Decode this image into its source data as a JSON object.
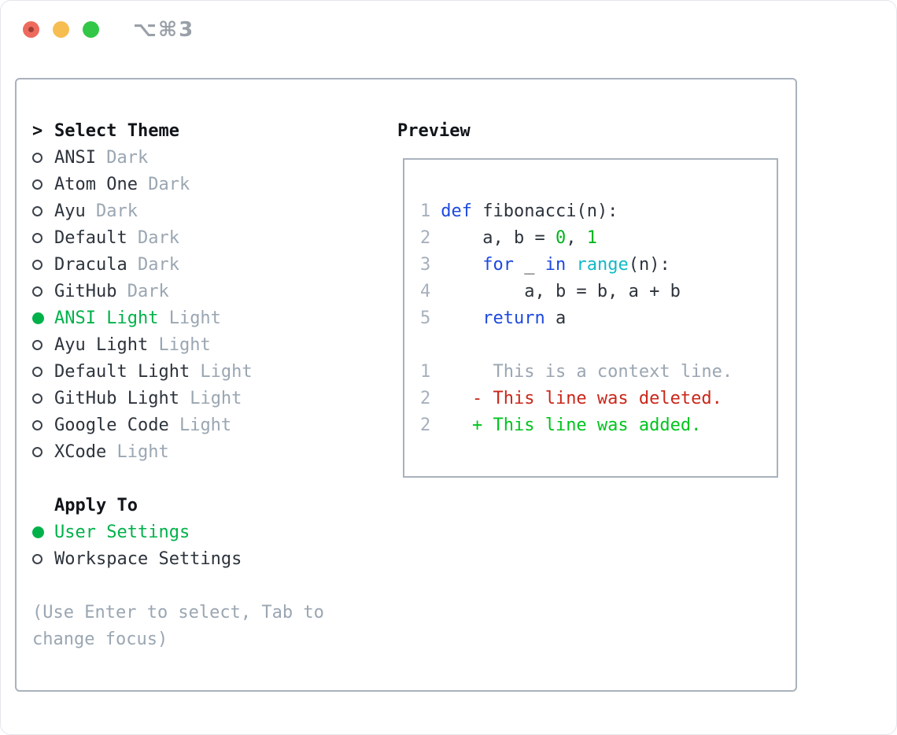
{
  "window": {
    "title": "⌥⌘3"
  },
  "colors": {
    "accent_green": "#00b14a",
    "code_green": "#00b41e",
    "added_green": "#00c41e",
    "keyword_blue": "#1d49e0",
    "builtin_cyan": "#12b9c6",
    "deleted_red": "#c9271a",
    "text_primary": "#2d333c",
    "text_heading": "#111519",
    "text_muted": "#9aa6b2",
    "line_number": "#a6b0bc",
    "border": "#a9b2bd",
    "titlebar_red": "#ee6a5e",
    "titlebar_red_dot": "#a03d33",
    "titlebar_yellow": "#f6be50",
    "titlebar_green": "#33c748",
    "title_text": "#9aa0a8"
  },
  "panel": {
    "themes": {
      "prompt": ">",
      "title": "Select Theme",
      "items": [
        {
          "name": "ANSI",
          "variant": "Dark",
          "selected": false
        },
        {
          "name": "Atom One",
          "variant": "Dark",
          "selected": false
        },
        {
          "name": "Ayu",
          "variant": "Dark",
          "selected": false
        },
        {
          "name": "Default",
          "variant": "Dark",
          "selected": false
        },
        {
          "name": "Dracula",
          "variant": "Dark",
          "selected": false
        },
        {
          "name": "GitHub",
          "variant": "Dark",
          "selected": false
        },
        {
          "name": "ANSI Light",
          "variant": "Light",
          "selected": true
        },
        {
          "name": "Ayu Light",
          "variant": "Light",
          "selected": false
        },
        {
          "name": "Default Light",
          "variant": "Light",
          "selected": false
        },
        {
          "name": "GitHub Light",
          "variant": "Light",
          "selected": false
        },
        {
          "name": "Google Code",
          "variant": "Light",
          "selected": false
        },
        {
          "name": "XCode",
          "variant": "Light",
          "selected": false
        }
      ]
    },
    "apply_to": {
      "header": "Apply To",
      "options": [
        {
          "label": "User Settings",
          "selected": true
        },
        {
          "label": "Workspace Settings",
          "selected": false
        }
      ]
    },
    "hint": {
      "line1": "(Use Enter to select, Tab to",
      "line2": "change focus)"
    }
  },
  "preview": {
    "header": "Preview",
    "code_lines": [
      {
        "num": "1",
        "tokens": [
          {
            "c": "kw",
            "t": "def"
          },
          {
            "c": "plain",
            "t": " fibonacci(n):"
          }
        ]
      },
      {
        "num": "2",
        "tokens": [
          {
            "c": "plain",
            "t": "    a, b = "
          },
          {
            "c": "num",
            "t": "0"
          },
          {
            "c": "plain",
            "t": ", "
          },
          {
            "c": "num",
            "t": "1"
          }
        ]
      },
      {
        "num": "3",
        "tokens": [
          {
            "c": "plain",
            "t": "    "
          },
          {
            "c": "kw",
            "t": "for"
          },
          {
            "c": "plain",
            "t": " _ "
          },
          {
            "c": "kw",
            "t": "in"
          },
          {
            "c": "plain",
            "t": " "
          },
          {
            "c": "bi",
            "t": "range"
          },
          {
            "c": "plain",
            "t": "(n):"
          }
        ]
      },
      {
        "num": "4",
        "tokens": [
          {
            "c": "plain",
            "t": "        a, b = b, a + b"
          }
        ]
      },
      {
        "num": "5",
        "tokens": [
          {
            "c": "plain",
            "t": "    "
          },
          {
            "c": "kw",
            "t": "return"
          },
          {
            "c": "plain",
            "t": " a"
          }
        ]
      }
    ],
    "diff_lines": [
      {
        "num": "1",
        "cls": "ctx",
        "text": "     This is a context line."
      },
      {
        "num": "2",
        "cls": "del",
        "text": "   - This line was deleted."
      },
      {
        "num": "2",
        "cls": "add",
        "text": "   + This line was added."
      }
    ]
  }
}
